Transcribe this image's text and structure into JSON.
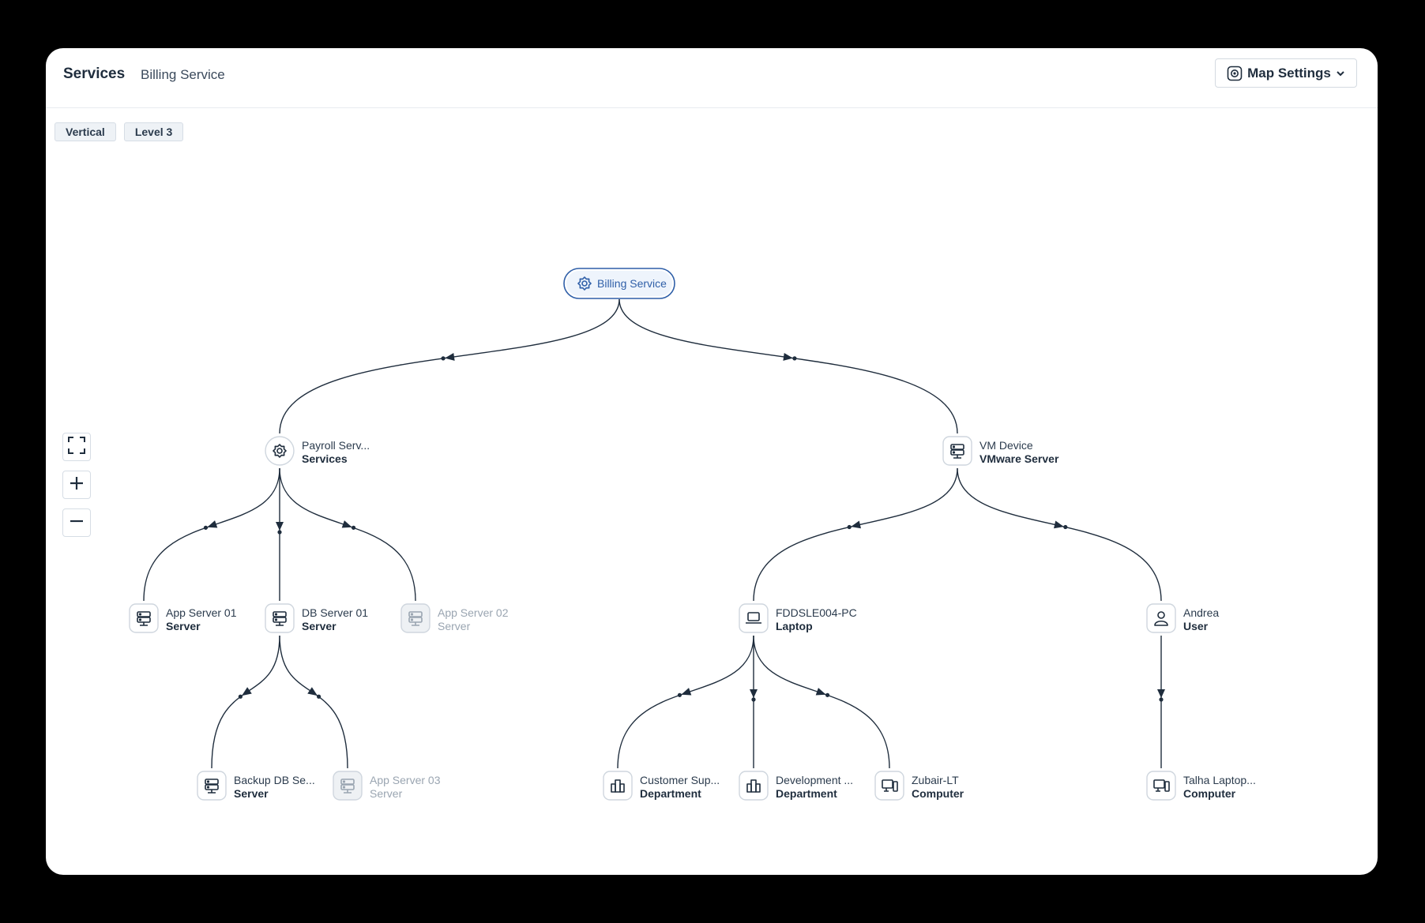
{
  "header": {
    "breadcrumb_root": "Services",
    "breadcrumb_current": "Billing Service",
    "map_settings_label": "Map Settings"
  },
  "chips": [
    "Vertical",
    "Level 3"
  ],
  "zoom": {
    "fit_icon": "fullscreen-icon",
    "zoom_in_icon": "plus-icon",
    "zoom_out_icon": "minus-icon"
  },
  "colors": {
    "edge": "#1f2d3d",
    "root_accent": "#2f5fa8",
    "muted": "#9aa5b1"
  },
  "map": {
    "root": {
      "name": "Billing Service",
      "icon": "gear-icon"
    },
    "nodes": [
      {
        "id": "payroll",
        "name": "Payroll Serv...",
        "type": "Services",
        "icon": "gear-icon",
        "muted": false
      },
      {
        "id": "vm",
        "name": "VM Device",
        "type": "VMware Server",
        "icon": "server-icon",
        "muted": false
      },
      {
        "id": "app1",
        "name": "App Server 01",
        "type": "Server",
        "icon": "server-icon",
        "muted": false
      },
      {
        "id": "db1",
        "name": "DB Server 01",
        "type": "Server",
        "icon": "server-icon",
        "muted": false
      },
      {
        "id": "app2",
        "name": "App Server 02",
        "type": "Server",
        "icon": "server-icon",
        "muted": true
      },
      {
        "id": "fdd",
        "name": "FDDSLE004-PC",
        "type": "Laptop",
        "icon": "laptop-icon",
        "muted": false
      },
      {
        "id": "andrea",
        "name": "Andrea",
        "type": "User",
        "icon": "user-icon",
        "muted": false
      },
      {
        "id": "backup",
        "name": "Backup DB Se...",
        "type": "Server",
        "icon": "server-icon",
        "muted": false
      },
      {
        "id": "app3",
        "name": "App Server 03",
        "type": "Server",
        "icon": "server-icon",
        "muted": true
      },
      {
        "id": "cust",
        "name": "Customer Sup...",
        "type": "Department",
        "icon": "department-icon",
        "muted": false
      },
      {
        "id": "dev",
        "name": "Development ...",
        "type": "Department",
        "icon": "department-icon",
        "muted": false
      },
      {
        "id": "zubair",
        "name": "Zubair-LT",
        "type": "Computer",
        "icon": "computer-icon",
        "muted": false
      },
      {
        "id": "talha",
        "name": "Talha Laptop...",
        "type": "Computer",
        "icon": "computer-icon",
        "muted": false
      }
    ],
    "edges": [
      [
        "root",
        "payroll"
      ],
      [
        "root",
        "vm"
      ],
      [
        "payroll",
        "app1"
      ],
      [
        "payroll",
        "db1"
      ],
      [
        "payroll",
        "app2"
      ],
      [
        "vm",
        "fdd"
      ],
      [
        "vm",
        "andrea"
      ],
      [
        "db1",
        "backup"
      ],
      [
        "db1",
        "app3"
      ],
      [
        "fdd",
        "cust"
      ],
      [
        "fdd",
        "dev"
      ],
      [
        "fdd",
        "zubair"
      ],
      [
        "andrea",
        "talha"
      ]
    ]
  }
}
